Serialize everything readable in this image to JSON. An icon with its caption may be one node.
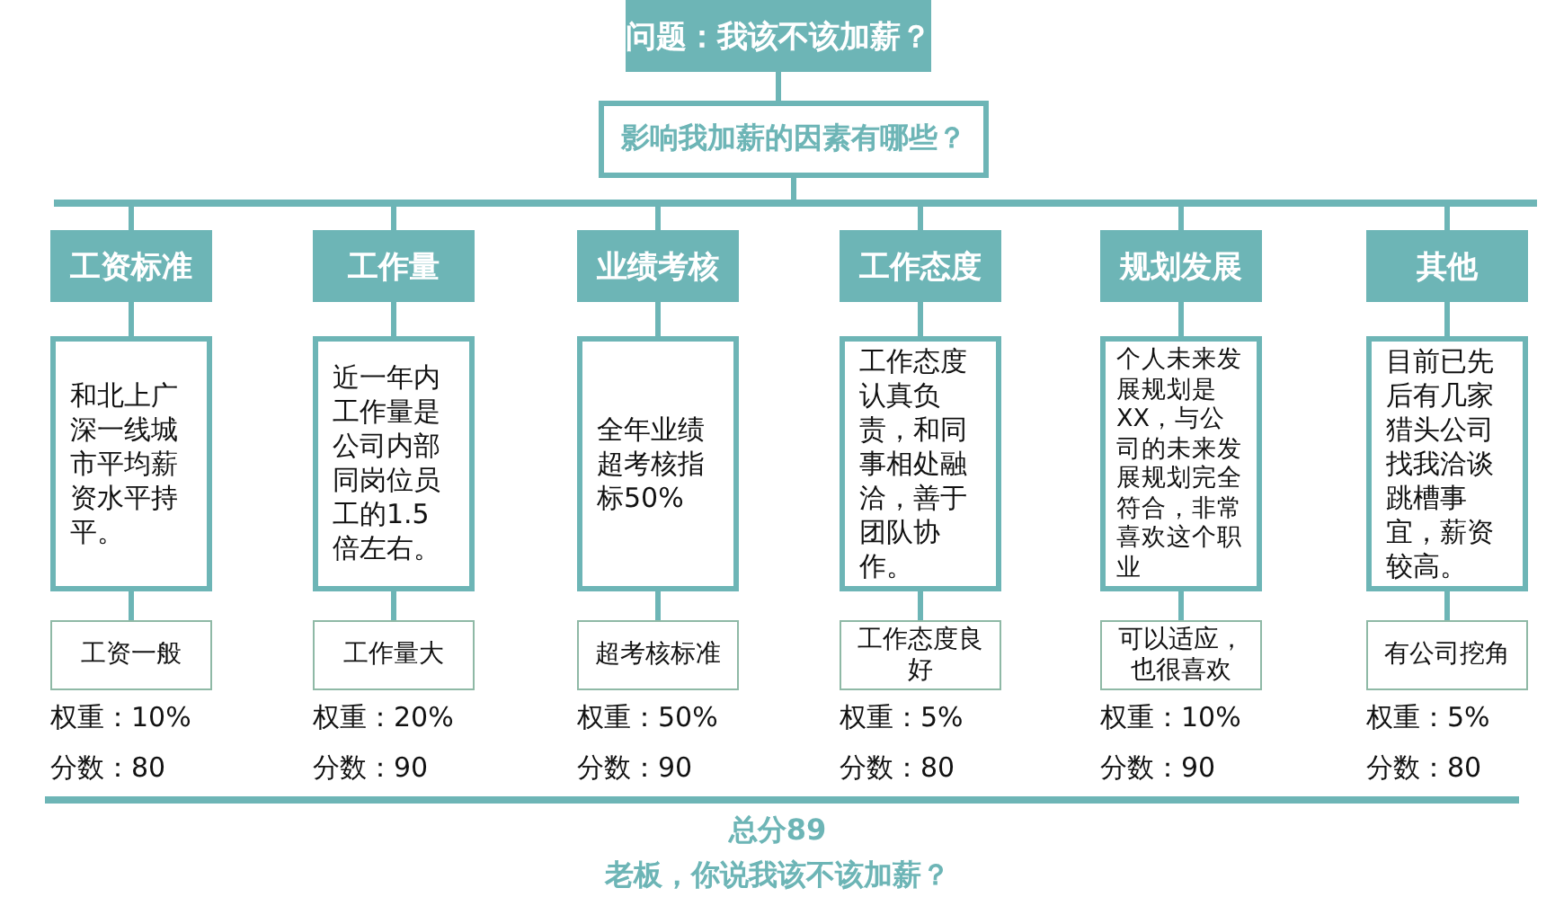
{
  "diagram": {
    "title": "问题：我该不该加薪？",
    "nodes": [
      {
        "text": [
          "影响我加薪的因素有哪些？"
        ]
      },
      {
        "text": [
          "工资标准"
        ]
      },
      {
        "text": [
          "和北上广深一线城市平均薪资水平持平。"
        ]
      },
      {
        "text": [
          "工资一般"
        ],
        "beside": [
          "权重：10%",
          "分数：80"
        ]
      },
      {
        "text": [
          "工作量"
        ]
      },
      {
        "text": [
          "近一年内工作量是公司内部同岗位员工的1.5倍左右。"
        ]
      },
      {
        "text": [
          "工作量大"
        ],
        "beside": [
          "权重：20%",
          "分数：90"
        ]
      },
      {
        "text": [
          "业绩考核"
        ]
      },
      {
        "text": [
          "全年业绩超考核指标50%"
        ]
      },
      {
        "text": [
          "超考核标准"
        ],
        "beside": [
          "权重：50%",
          "分数：90"
        ]
      },
      {
        "text": [
          "工作态度"
        ]
      },
      {
        "text": [
          "工作态度认真负责，和同事相处融洽，善于团队协作。"
        ]
      },
      {
        "text": [
          "工作态度良好"
        ],
        "beside": [
          "权重：5%",
          "分数：80"
        ]
      },
      {
        "text": [
          "规划发展"
        ]
      },
      {
        "text": [
          "个人未来发展规划是XX，与公司的未来发展规划完全符合，非常喜欢这个职业"
        ]
      },
      {
        "text": [
          "可以适应，也很喜欢"
        ],
        "beside": [
          "权重：10%",
          "分数：90"
        ]
      },
      {
        "text": [
          "其他"
        ]
      },
      {
        "text": [
          "目前已先后有几家猎头公司找我洽谈跳槽事宜，薪资较高。"
        ]
      },
      {
        "text": [
          "有公司挖角"
        ],
        "beside": [
          "权重：5%",
          "分数：80"
        ]
      }
    ],
    "edges": [
      {
        "from": 0,
        "to": 1,
        "arrow": "none"
      },
      {
        "from": 0,
        "to": 4,
        "arrow": "none"
      },
      {
        "from": 0,
        "to": 7,
        "arrow": "none"
      },
      {
        "from": 0,
        "to": 10,
        "arrow": "none"
      },
      {
        "from": 0,
        "to": 13,
        "arrow": "none"
      },
      {
        "from": 0,
        "to": 16,
        "arrow": "none"
      },
      {
        "from": 1,
        "to": 2,
        "arrow": "none"
      },
      {
        "from": 2,
        "to": 3,
        "arrow": "none"
      },
      {
        "from": 4,
        "to": 5,
        "arrow": "none"
      },
      {
        "from": 5,
        "to": 6,
        "arrow": "none"
      },
      {
        "from": 7,
        "to": 8,
        "arrow": "none"
      },
      {
        "from": 8,
        "to": 9,
        "arrow": "none"
      },
      {
        "from": 10,
        "to": 11,
        "arrow": "none"
      },
      {
        "from": 11,
        "to": 12,
        "arrow": "none"
      },
      {
        "from": 13,
        "to": 14,
        "arrow": "none"
      },
      {
        "from": 14,
        "to": 15,
        "arrow": "none"
      },
      {
        "from": 16,
        "to": 17,
        "arrow": "none"
      },
      {
        "from": 17,
        "to": 18,
        "arrow": "none"
      }
    ],
    "labels": [
      "总分89",
      "老板，你说我该不该加薪？"
    ]
  }
}
